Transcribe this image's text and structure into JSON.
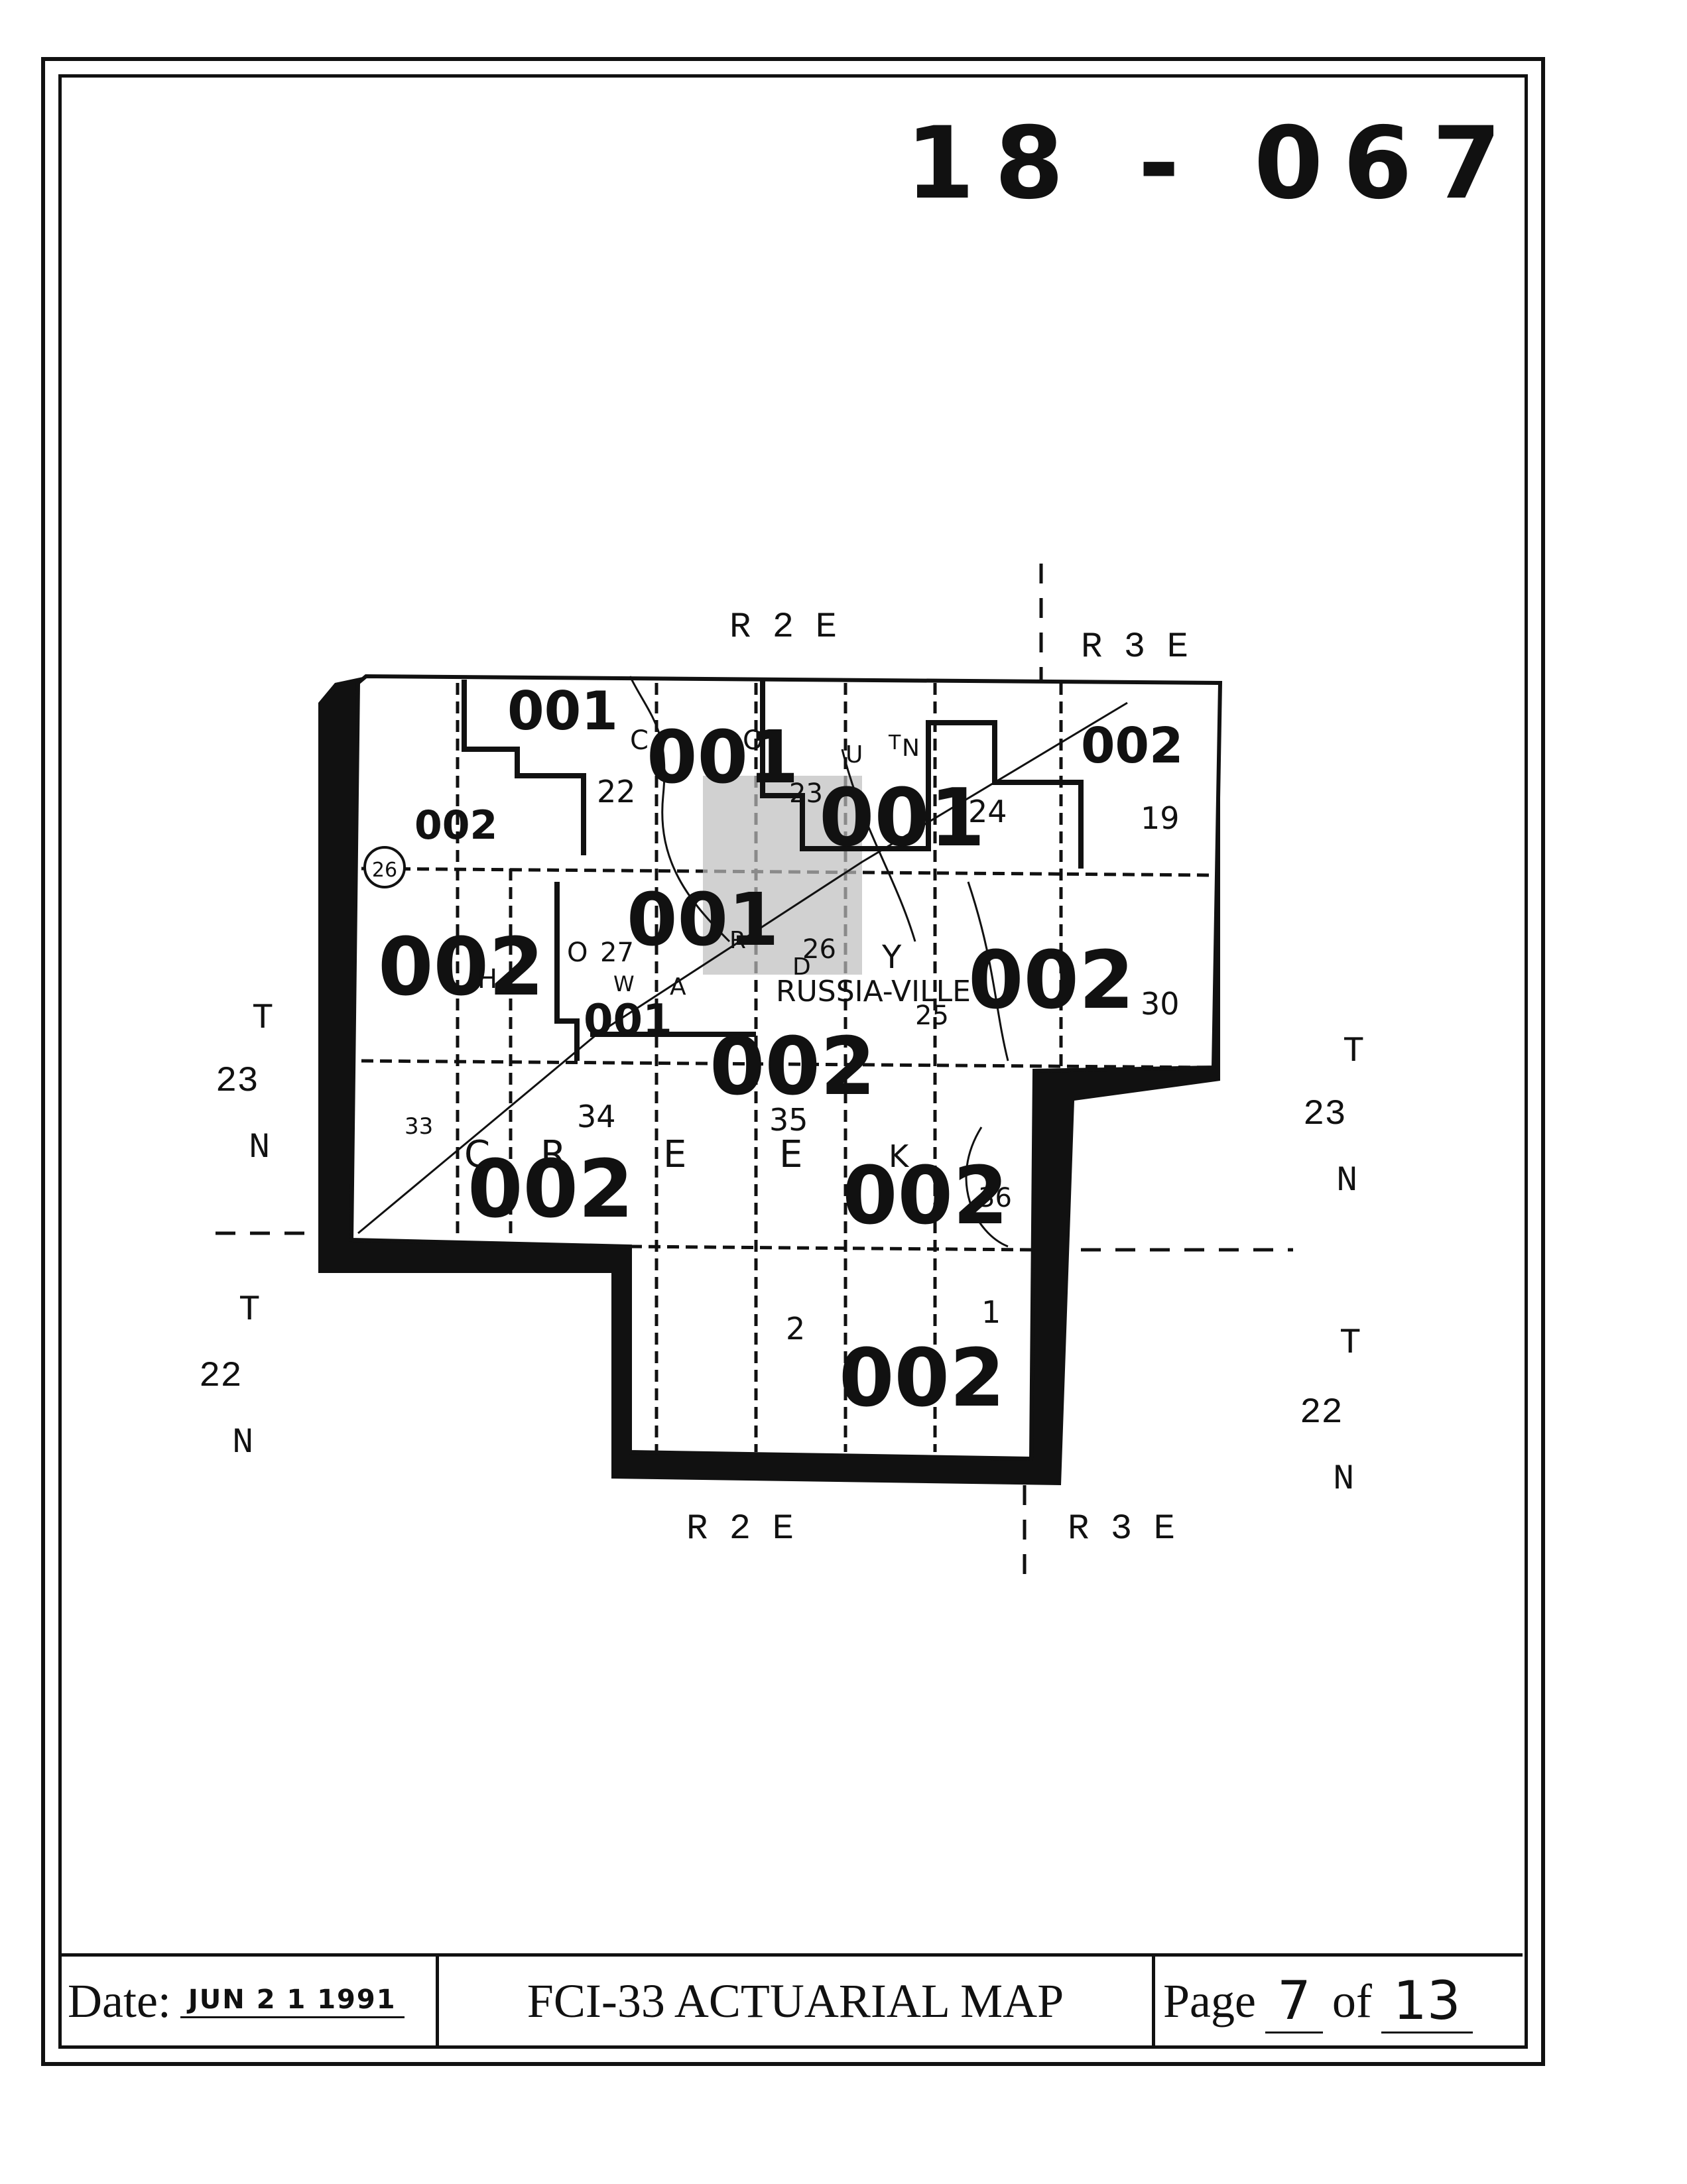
{
  "sheet_id": "18 - 067",
  "footer": {
    "date_label": "Date:",
    "date_value": "JUN 2 1 1991",
    "title": "FCI-33 ACTUARIAL MAP",
    "page_label": "Page",
    "page_number": "7",
    "page_of": "of",
    "page_total": "13"
  },
  "map": {
    "range_labels": [
      "R 2 E",
      "R 3 E",
      "R 2 E",
      "R 3 E"
    ],
    "township_labels": [
      "T",
      "23",
      "N",
      "T",
      "23",
      "N",
      "T",
      "22",
      "N",
      "T",
      "22",
      "N"
    ],
    "unit_labels": [
      "001",
      "001",
      "001",
      "001",
      "001",
      "002",
      "002",
      "002",
      "002",
      "002",
      "002",
      "002",
      "002"
    ],
    "section_numbers": [
      "22",
      "23",
      "24",
      "19",
      "27",
      "26",
      "25",
      "30",
      "33",
      "34",
      "35",
      "36",
      "2",
      "1"
    ],
    "town_name": "RUSSIA-VILLE",
    "route_marker": "26",
    "county_letters": [
      "C",
      "R",
      "E",
      "E",
      "K",
      "H",
      "O",
      "W",
      "A",
      "R",
      "D",
      "C",
      "O",
      "U",
      "N",
      "T",
      "Y"
    ],
    "colors": {
      "ink": "#111111",
      "paper": "#ffffff",
      "shade": "#bdbdbd"
    }
  }
}
